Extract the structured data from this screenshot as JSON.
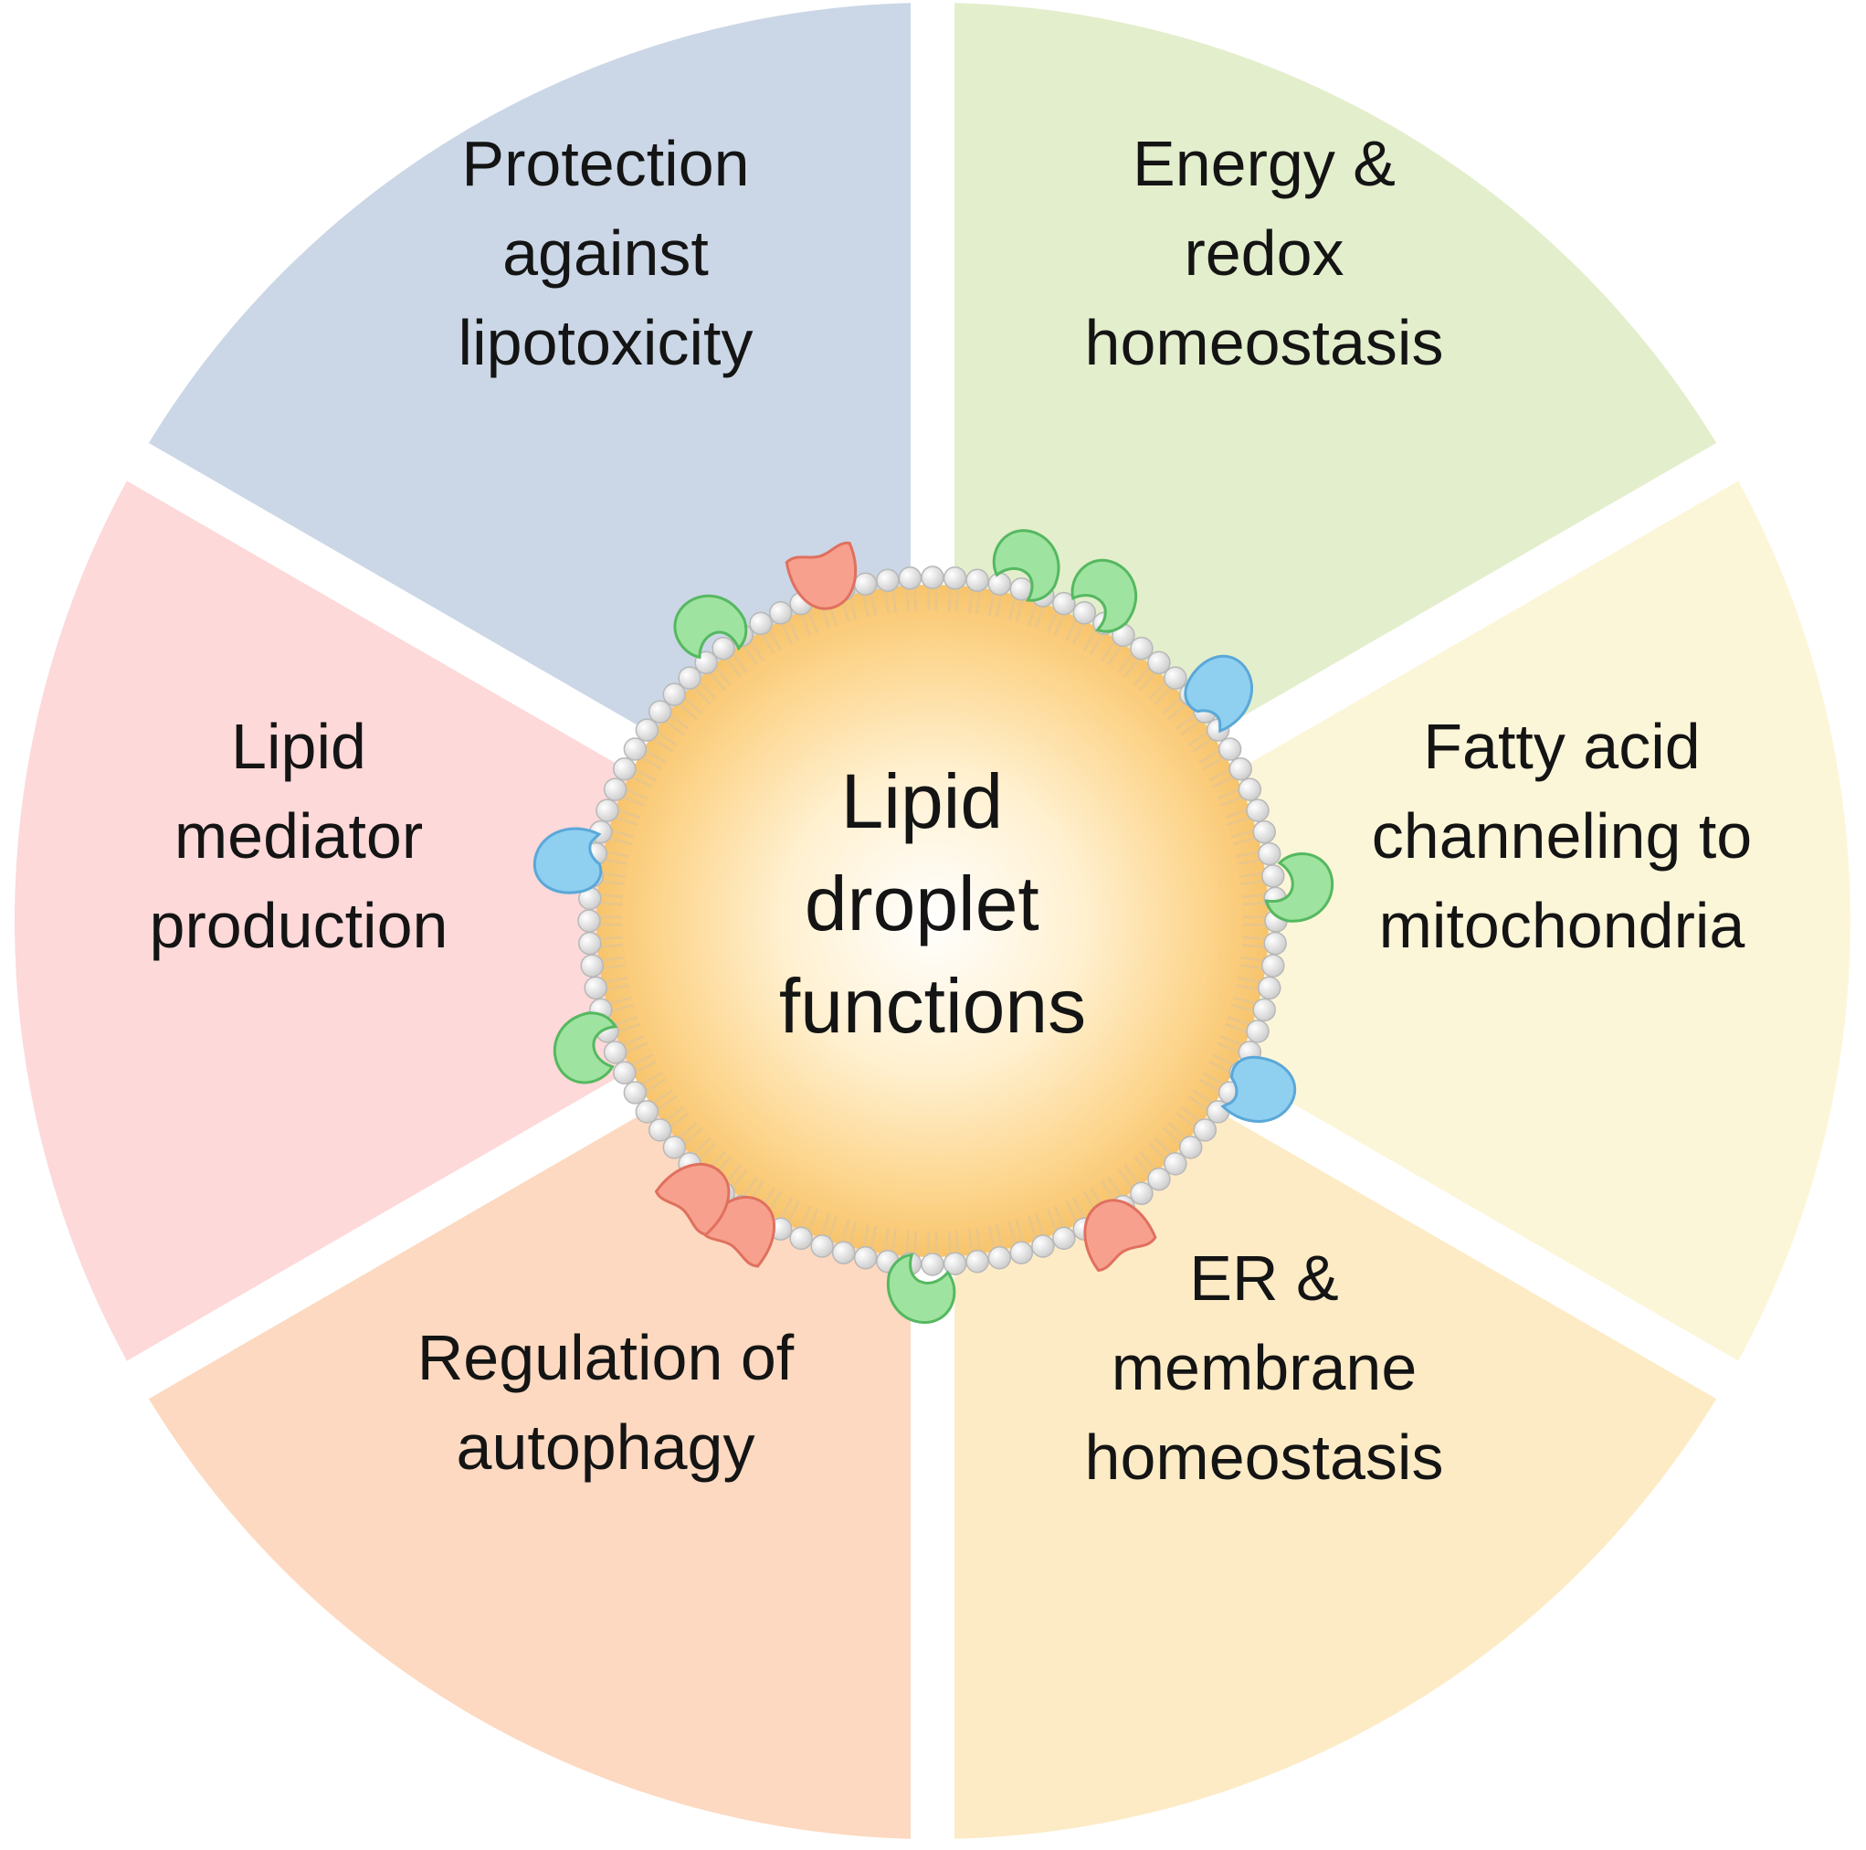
{
  "center": {
    "lines": [
      "Lipid",
      "droplet",
      "functions"
    ]
  },
  "segments": [
    {
      "id": "protection",
      "color": "#cbd7e6",
      "lines": [
        "Protection",
        "against",
        "lipotoxicity"
      ]
    },
    {
      "id": "energy",
      "color": "#e3eecc",
      "lines": [
        "Energy &",
        "redox",
        "homeostasis"
      ]
    },
    {
      "id": "fatty-acid",
      "color": "#fcf6d9",
      "lines": [
        "Fatty acid",
        "channeling to",
        "mitochondria"
      ]
    },
    {
      "id": "er-membrane",
      "color": "#fdebc6",
      "lines": [
        "ER &",
        "membrane",
        "homeostasis"
      ]
    },
    {
      "id": "autophagy",
      "color": "#fcd9c0",
      "lines": [
        "Regulation of",
        "autophagy"
      ]
    },
    {
      "id": "lipid-mediator",
      "color": "#fdd9d9",
      "lines": [
        "Lipid",
        "mediator",
        "production"
      ]
    }
  ],
  "protein_colors": {
    "green": "#9fe3a0",
    "blue": "#8fcff0",
    "red": "#f7a08e"
  },
  "proteins": [
    {
      "type": "red",
      "angle": -107
    },
    {
      "type": "green",
      "angle": -75
    },
    {
      "type": "green",
      "angle": -62
    },
    {
      "type": "blue",
      "angle": -38
    },
    {
      "type": "green",
      "angle": -5
    },
    {
      "type": "blue",
      "angle": 28
    },
    {
      "type": "red",
      "angle": 60
    },
    {
      "type": "green",
      "angle": 92
    },
    {
      "type": "red",
      "angle": 122
    },
    {
      "type": "red",
      "angle": 131
    },
    {
      "type": "green",
      "angle": 160
    },
    {
      "type": "blue",
      "angle": 190
    },
    {
      "type": "green",
      "angle": 233
    }
  ]
}
